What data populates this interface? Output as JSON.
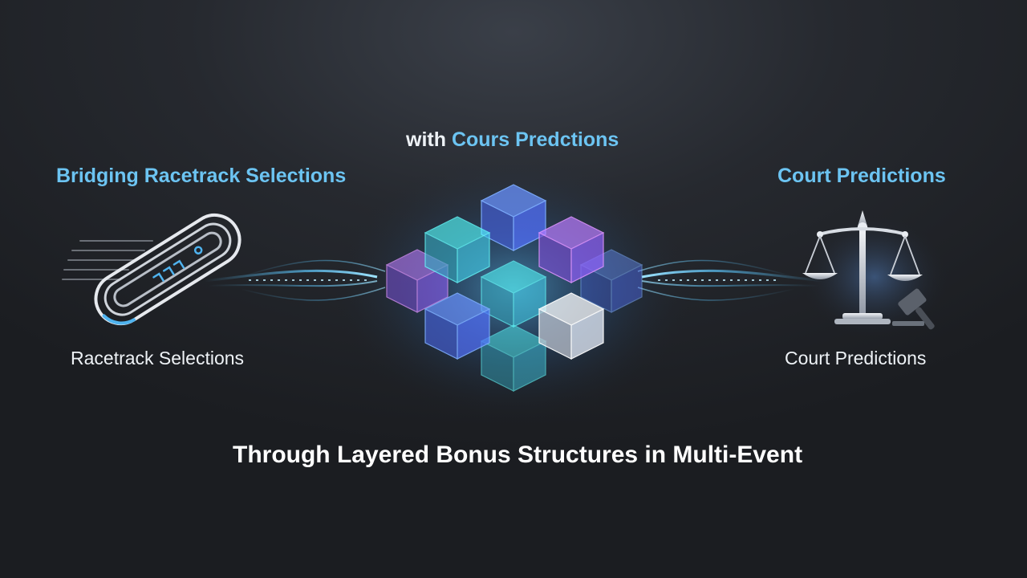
{
  "headline_top": {
    "prefix": "with ",
    "highlight": "Cours Predctions"
  },
  "headline_left": "Bridging Racetrack Selections",
  "headline_right": "Court Predictions",
  "label_left": "Racetrack Selections",
  "label_right": "Court Predictions",
  "bottom_title": "Through Layered Bonus Structures in Multi-Event",
  "icons": {
    "left": "racetrack-icon",
    "center": "layered-cubes-icon",
    "right": "scales-of-justice-icon",
    "right_extra": "gavel-icon"
  },
  "colors": {
    "accent_blue": "#6cc4f2",
    "text_white": "#eef2f6",
    "cube_blue": "#4e6cf0",
    "cube_cyan": "#3fc6e0",
    "cube_purple": "#8a5cf0",
    "cube_white": "#dfe6f5"
  }
}
